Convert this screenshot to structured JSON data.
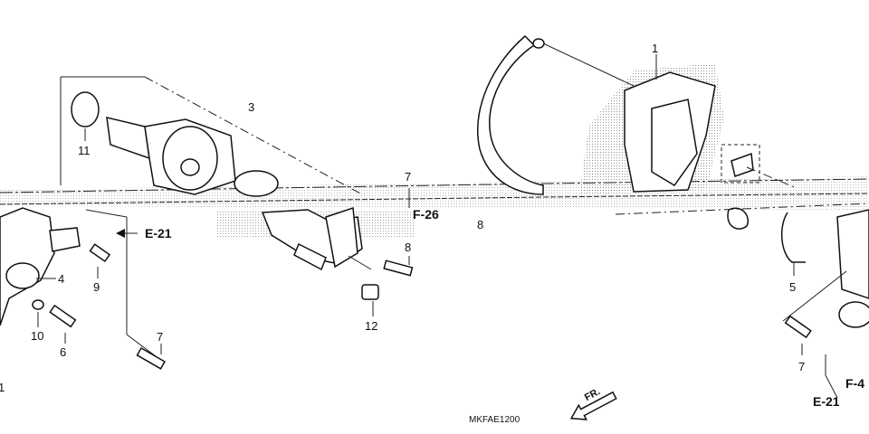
{
  "callouts": {
    "c1": "1",
    "c3": "3",
    "c4": "4",
    "c5": "5",
    "c6": "6",
    "c7a": "7",
    "c7b": "7",
    "c7c": "7",
    "c8a": "8",
    "c8b": "8",
    "c9": "9",
    "c10": "10",
    "c11": "11",
    "c12": "12",
    "c1_left_edge": "1"
  },
  "references": {
    "e21_top": "E-21",
    "e21_bottom": "E-21",
    "f26": "F-26",
    "f4": "F-4"
  },
  "drawing_code": "MKFAE1200",
  "direction_label": "FR.",
  "icons": {
    "front_arrow": "front-direction-arrow-icon"
  }
}
